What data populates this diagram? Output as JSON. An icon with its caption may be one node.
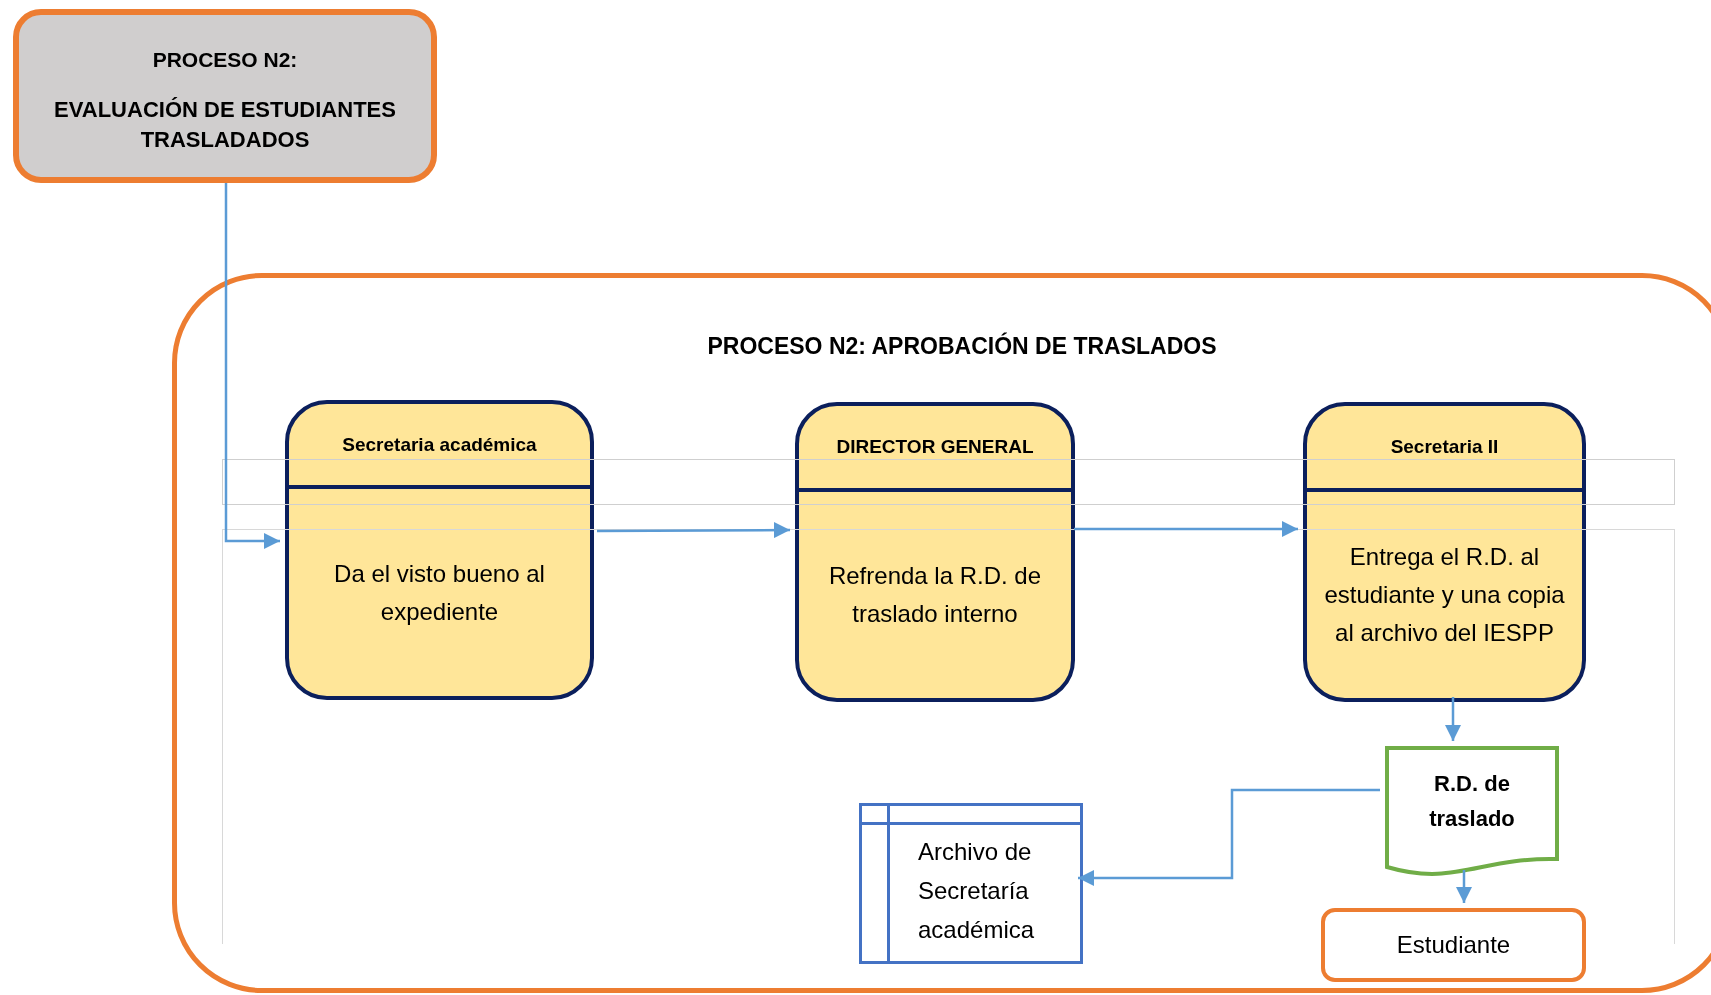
{
  "diagram": {
    "nodes": [
      {
        "text": [
          "PROCESO N2:",
          "EVALUACIÓN DE ESTUDIANTES TRASLADADOS"
        ]
      },
      {
        "text": [
          "PROCESO N2: APROBACIÓN DE TRASLADOS"
        ]
      },
      {
        "text": [
          "Secretaria académica",
          "Da el visto bueno al expediente"
        ],
        "in": 1
      },
      {
        "text": [
          "DIRECTOR GENERAL",
          "Refrenda la R.D. de traslado interno"
        ],
        "in": 1
      },
      {
        "text": [
          "Secretaria II",
          "Entrega el R.D. al estudiante y una copia al archivo del IESPP"
        ],
        "in": 1
      },
      {
        "text": [
          "R.D. de traslado"
        ],
        "in": 1
      },
      {
        "text": [
          "Archivo de Secretaría académica"
        ],
        "in": 1
      },
      {
        "text": [
          "Estudiante"
        ],
        "in": 1
      }
    ],
    "edges": [
      {
        "from": 0,
        "to": 2,
        "arrow": "to"
      },
      {
        "from": 2,
        "to": 3,
        "arrow": "to"
      },
      {
        "from": 3,
        "to": 4,
        "arrow": "to"
      },
      {
        "from": 4,
        "to": 5,
        "arrow": "to"
      },
      {
        "from": 5,
        "to": 6,
        "arrow": "to"
      },
      {
        "from": 5,
        "to": 7,
        "arrow": "to"
      }
    ]
  }
}
